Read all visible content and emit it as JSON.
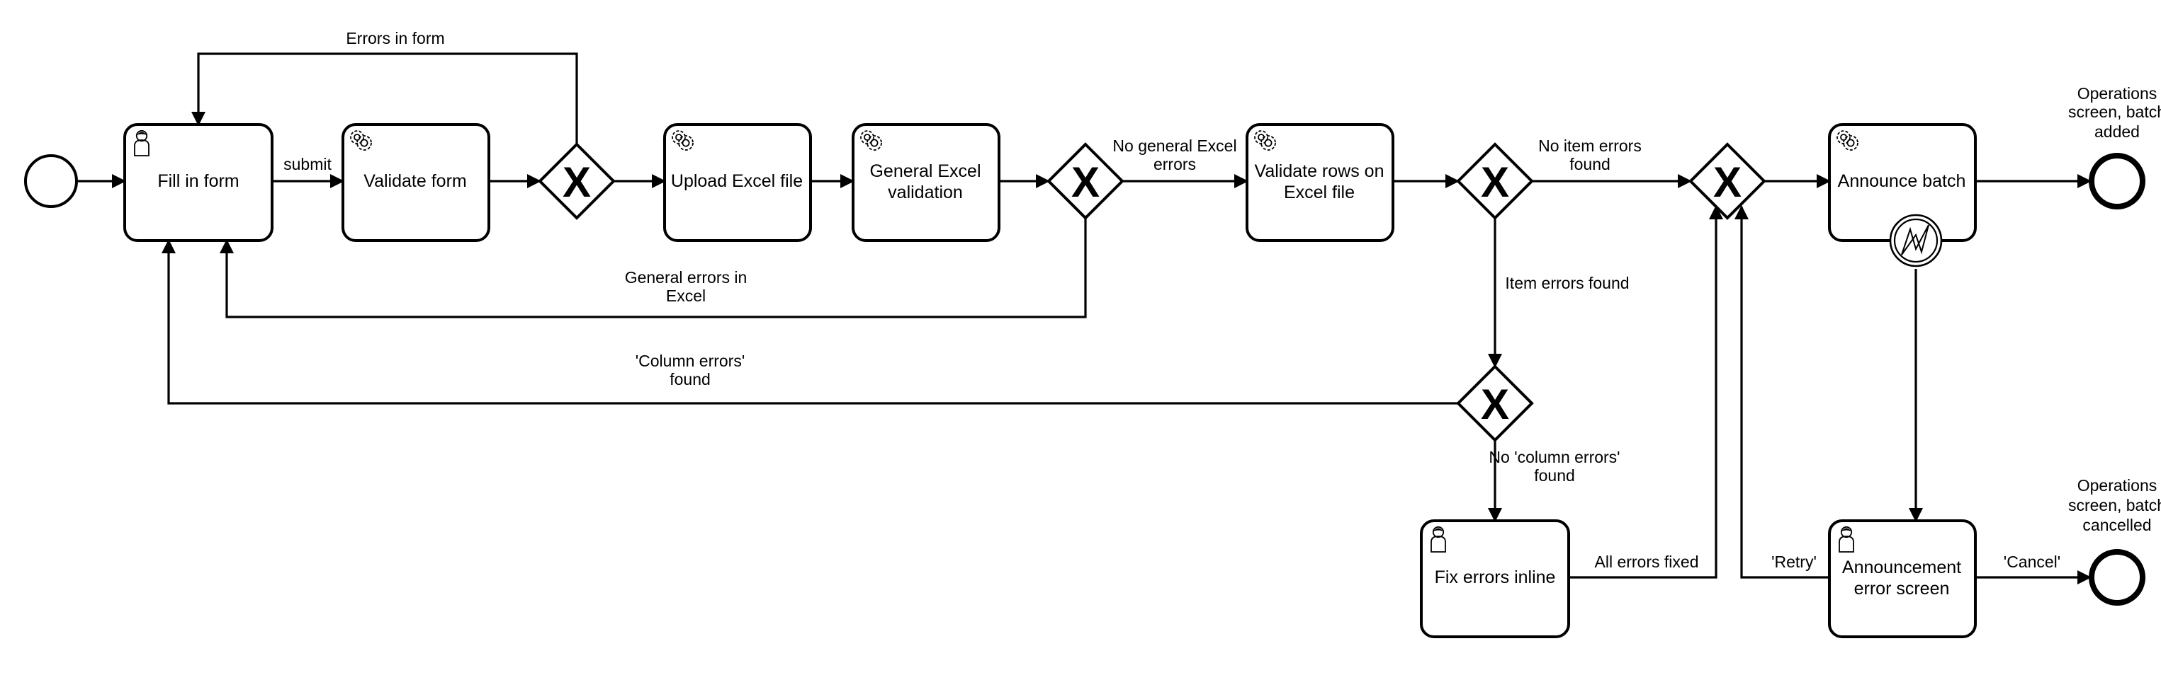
{
  "tasks": {
    "fill_in_form": "Fill in form",
    "validate_form": "Validate form",
    "upload_excel": "Upload Excel file",
    "general_validation": [
      "General Excel",
      "validation"
    ],
    "validate_rows": [
      "Validate rows on",
      "Excel file"
    ],
    "announce_batch": "Announce batch",
    "fix_errors": "Fix errors inline",
    "announcement_error": [
      "Announcement",
      "error screen"
    ]
  },
  "gateway_symbol": "X",
  "flows": {
    "submit": "submit",
    "errors_in_form": "Errors in form",
    "no_general_errors": [
      "No general Excel",
      "errors"
    ],
    "general_errors": [
      "General errors in",
      "Excel"
    ],
    "no_item_errors": [
      "No item errors",
      "found"
    ],
    "item_errors_found": "Item errors found",
    "column_errors": [
      "'Column errors'",
      "found"
    ],
    "no_column_errors": [
      "No 'column errors'",
      "found"
    ],
    "all_errors_fixed": "All errors fixed",
    "retry": "'Retry'",
    "cancel": "'Cancel'"
  },
  "end_events": {
    "added": [
      "Operations",
      "screen, batch",
      "added"
    ],
    "cancelled": [
      "Operations",
      "screen, batch",
      "cancelled"
    ]
  }
}
